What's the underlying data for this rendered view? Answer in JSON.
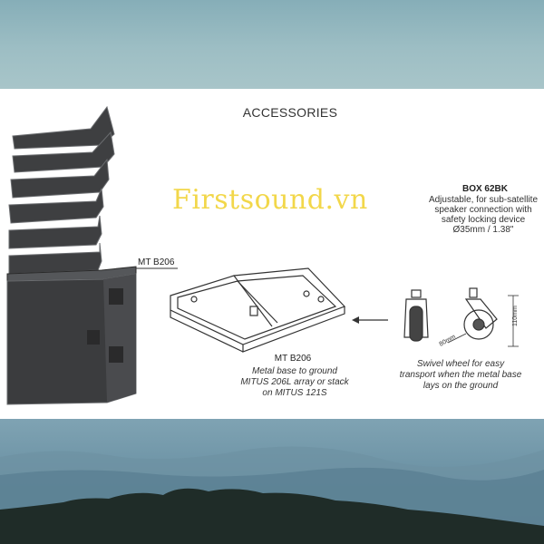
{
  "watermark": "Firstsound.vn",
  "accessories": {
    "title": "ACCESSORIES",
    "box62bk": {
      "title": "BOX 62BK",
      "line1": "Adjustable, for sub-satellite",
      "line2": "speaker connection with",
      "line3": "safety locking device",
      "line4": "Ø35mm / 1.38\""
    },
    "mt_b206": {
      "callout": "MT B206",
      "title": "MT B206",
      "line1": "Metal base to ground",
      "line2": "MITUS 206L array or stack",
      "line3": "on MITUS 121S"
    },
    "wheel": {
      "line1": "Swivel wheel for easy",
      "line2": "transport when the metal base",
      "line3": "lays on the ground",
      "dim_height": "110mm",
      "dim_width": "80mm"
    }
  },
  "colors": {
    "speaker_dark": "#3e3f41",
    "speaker_edge": "#6a6c6f",
    "watermark": "#f2d74a",
    "sky": "#9dbec4",
    "mountains": "#1f2c28"
  }
}
